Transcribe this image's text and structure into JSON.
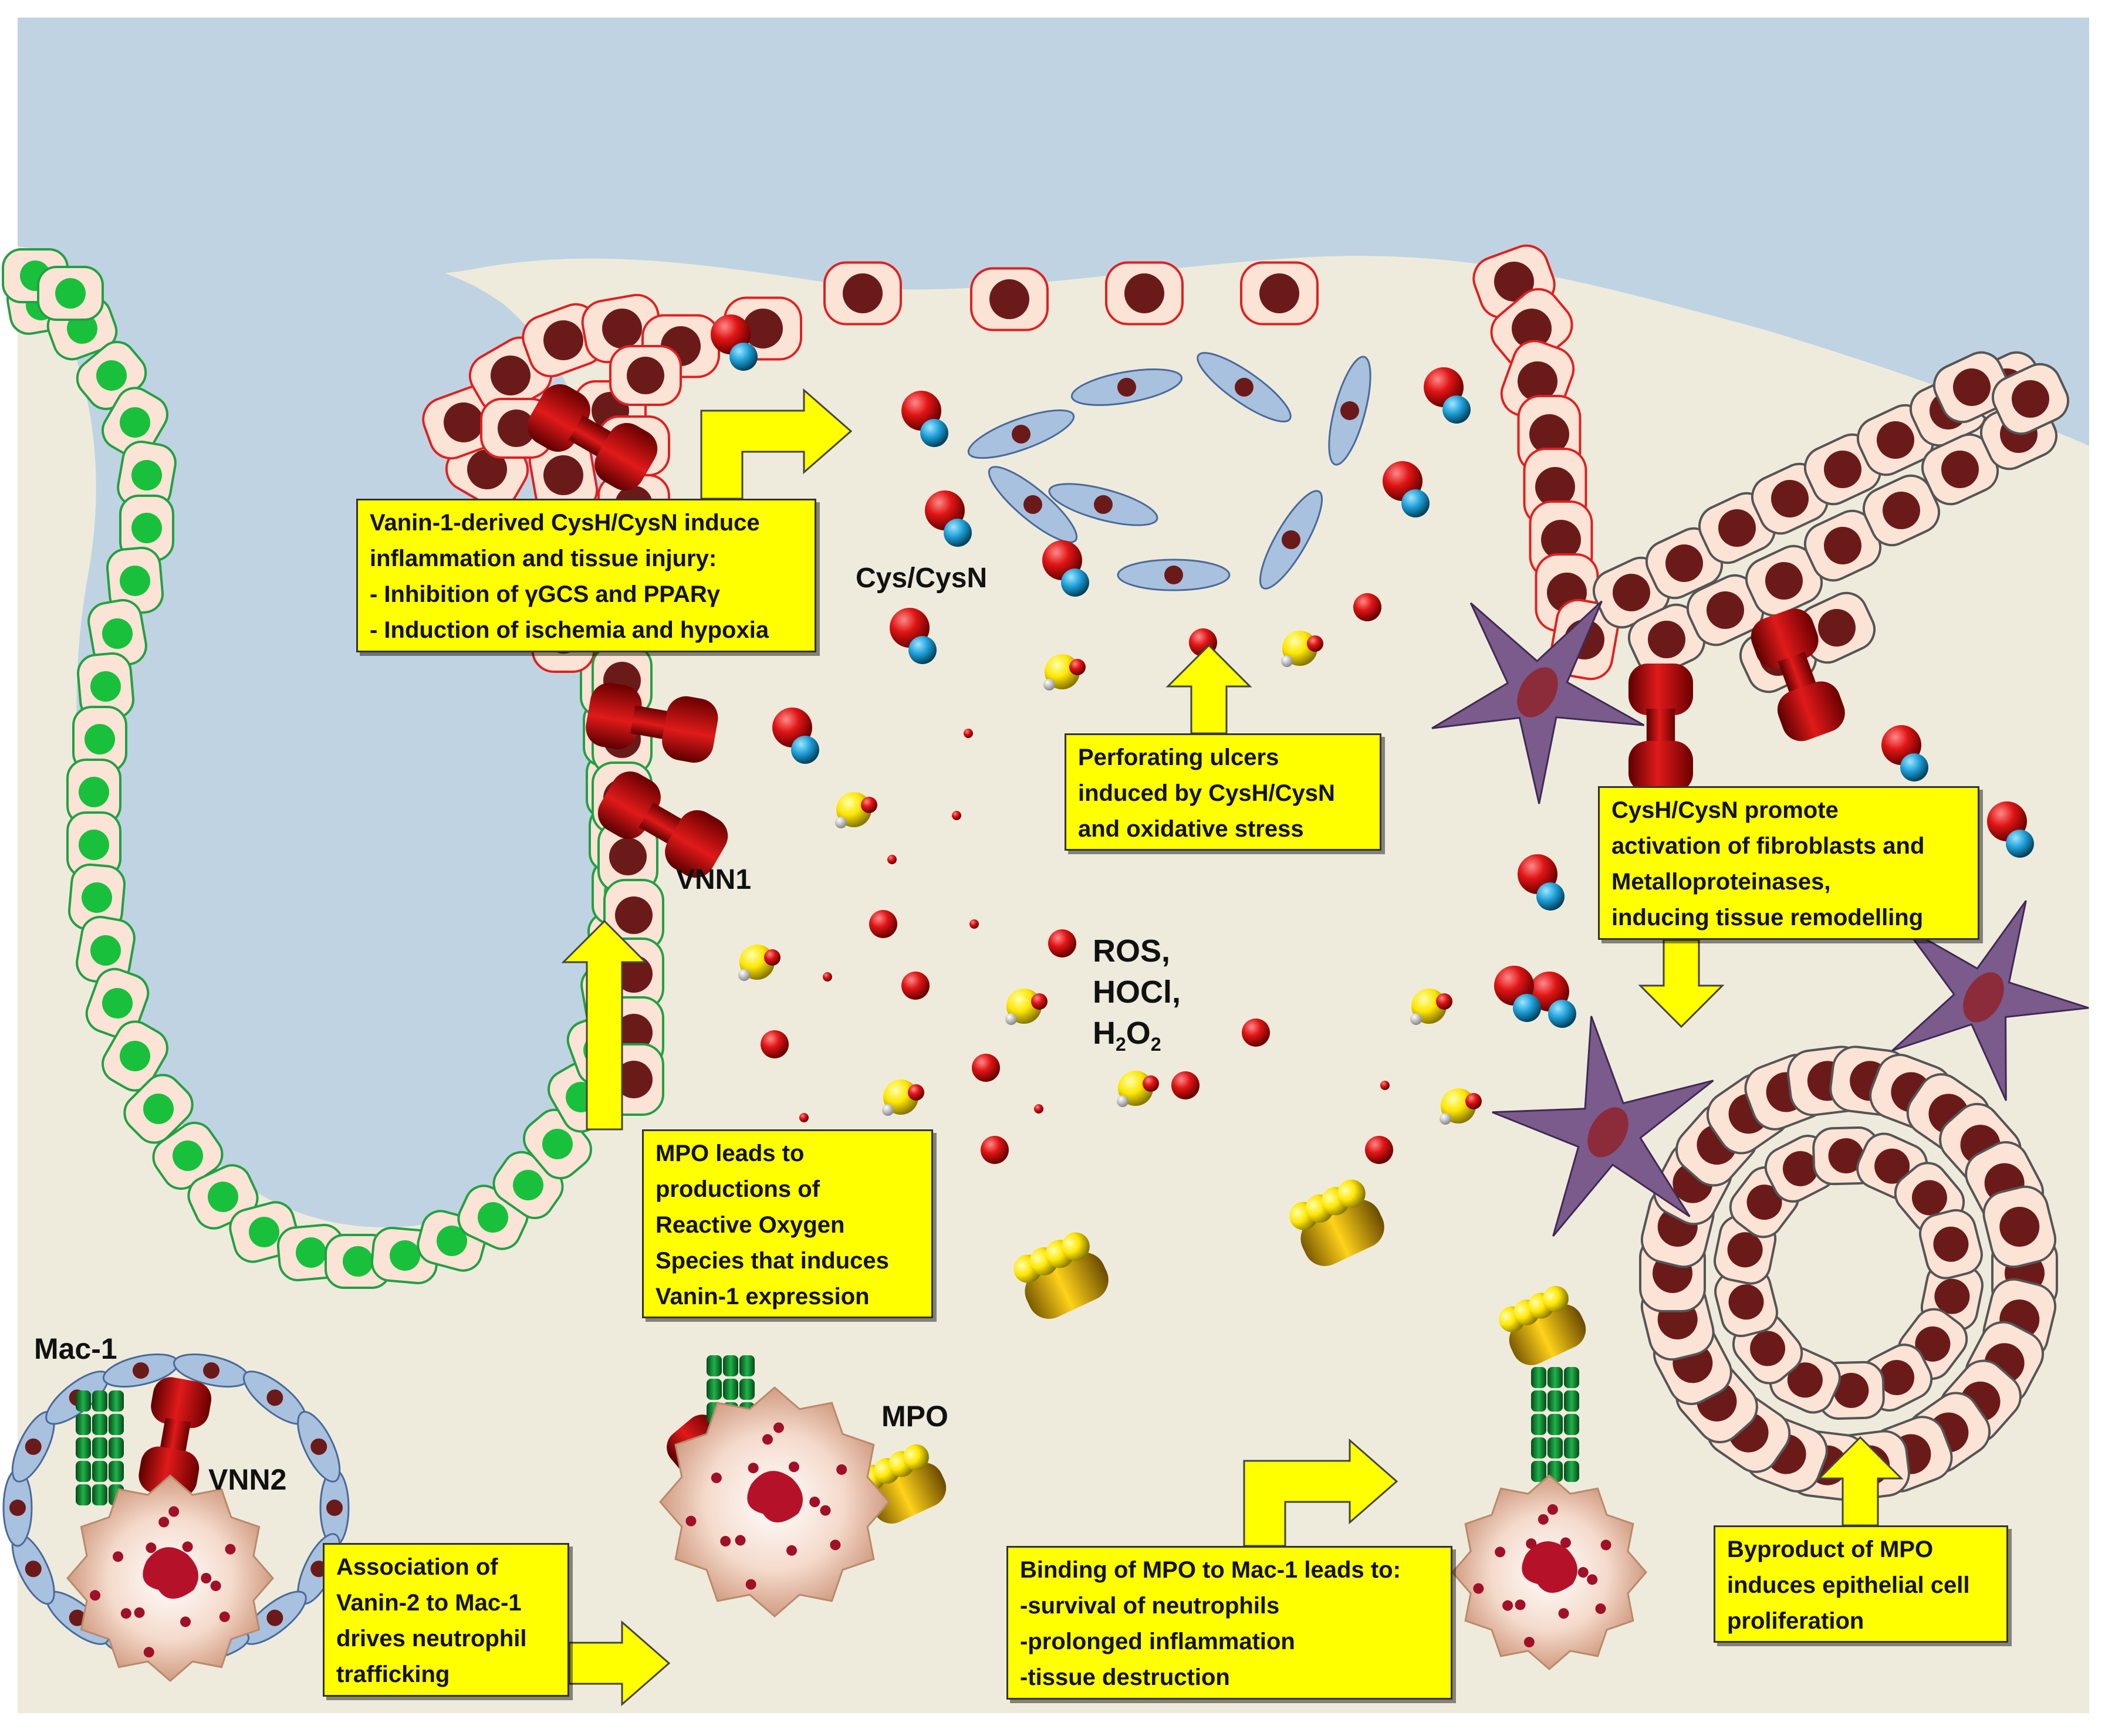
{
  "notes": {
    "vnn1_injury": [
      "Vanin-1-derived CysH/CysN induce",
      "inflammation and tissue injury:",
      "- Inhibition of γGCS and PPARγ",
      "- Induction of ischemia and hypoxia"
    ],
    "ulcers": [
      "Perforating ulcers",
      "induced by CysH/CysN",
      "and oxidative stress"
    ],
    "fibroblasts": [
      "CysH/CysN promote",
      "activation of fibroblasts and",
      "Metalloproteinases,",
      "inducing tissue remodelling"
    ],
    "mpo_ros": [
      "MPO leads to",
      "productions of",
      "Reactive Oxygen",
      "Species that induces",
      "Vanin-1 expression"
    ],
    "vanin2": [
      "Association of",
      "Vanin-2 to Mac-1",
      "drives neutrophil",
      "trafficking"
    ],
    "mpo_mac1": [
      "Binding of MPO to Mac-1 leads to:",
      "-survival of neutrophils",
      "-prolonged inflammation",
      "-tissue destruction"
    ],
    "byproduct": [
      "Byproduct of MPO",
      "induces epithelial cell",
      "proliferation"
    ]
  },
  "labels": {
    "cys": "Cys/CysN",
    "vnn1": "VNN1",
    "ros_1": "ROS,",
    "ros_2": "HOCl,",
    "ros_3_main": "H",
    "ros_3_sub1": "2",
    "ros_3_mid": "O",
    "ros_3_sub2": "2",
    "mac1": "Mac-1",
    "vnn2": "VNN2",
    "mpo": "MPO"
  },
  "colors": {
    "lumen": "#bfd3e3",
    "tissue": "#efebdc",
    "cell_fill": "#fbe3d6",
    "green_border": "#22a043",
    "red_border": "#e02020",
    "nucleus_dark": "#6b1a1a",
    "nucleus_green": "#19c03c",
    "fibroblast": "#7b5a8c",
    "note_fill": "#ffff00",
    "arrow": "#ffff00"
  }
}
